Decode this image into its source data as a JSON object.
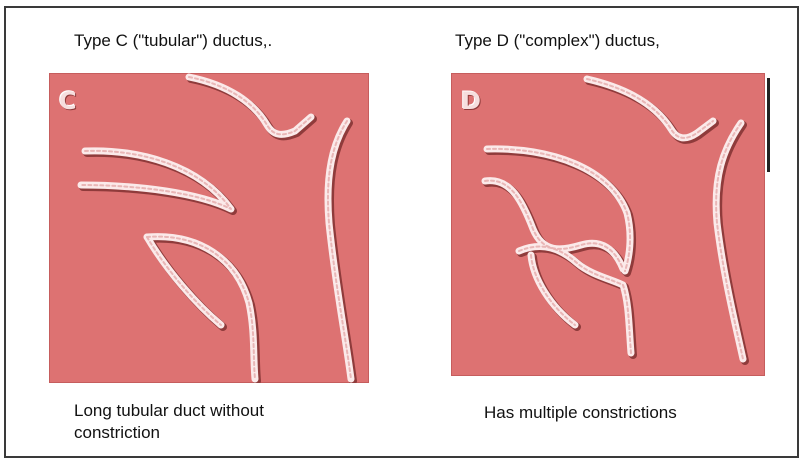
{
  "captions": {
    "top_left": "Type C (\"tubular\") ductus,.",
    "top_right": "Type D (\"complex\") ductus,",
    "bottom_left_line1": "Long tubular duct without",
    "bottom_left_line2": "constriction",
    "bottom_right": "Has multiple constrictions"
  },
  "panels": {
    "left_letter": "C",
    "right_letter": "D"
  },
  "colors": {
    "panel_bg": "#dd7272",
    "vessel_highlight": "#fbeaea",
    "vessel_shadow": "#8f3b3b"
  }
}
